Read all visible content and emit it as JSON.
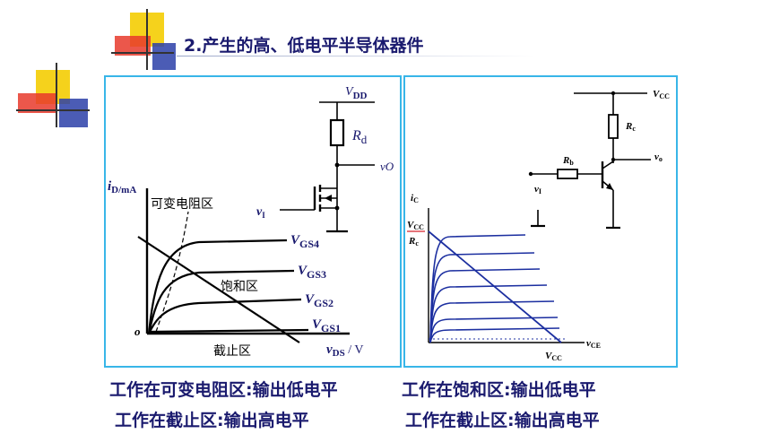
{
  "slide": {
    "title": "2.产生的高、低电平半导体器件"
  },
  "left_panel": {
    "circuit": {
      "supply_label": "V",
      "supply_sub": "DD",
      "resistor_label": "R",
      "resistor_sub": "d",
      "output_label": "vO",
      "input_label": "v",
      "input_sub": "I"
    },
    "graph": {
      "y_label": "i",
      "y_label_sub": "D/mA",
      "origin": "o",
      "x_label_pre": "v",
      "x_label_sub": "DS",
      "x_label_unit": " / V",
      "curves": [
        {
          "name": "V",
          "sub": "GS4"
        },
        {
          "name": "V",
          "sub": "GS3"
        },
        {
          "name": "V",
          "sub": "GS2"
        },
        {
          "name": "V",
          "sub": "GS1"
        }
      ],
      "regions": {
        "variable_resistance": "可变电阻区",
        "saturation": "饱和区",
        "cutoff": "截止区"
      }
    },
    "captions": [
      "工作在可变电阻区:输出低电平",
      "工作在截止区:输出高电平"
    ]
  },
  "right_panel": {
    "circuit": {
      "supply_label": "V",
      "supply_sub": "CC",
      "rc_label": "R",
      "rc_sub": "c",
      "rb_label": "R",
      "rb_sub": "b",
      "output_label": "v",
      "output_sub": "o",
      "input_label": "v",
      "input_sub": "I"
    },
    "graph": {
      "y_label": "i",
      "y_label_sub": "C",
      "vcc_over_rc_num": "V",
      "vcc_over_rc_num_sub": "CC",
      "vcc_over_rc_den": "R",
      "vcc_over_rc_den_sub": "c",
      "x_label": "v",
      "x_label_sub": "CE",
      "x_end_label": "V",
      "x_end_sub": "CC"
    },
    "captions": [
      "工作在饱和区:输出低电平",
      "工作在截止区:输出高电平"
    ]
  },
  "colors": {
    "title": "#1a1a6e",
    "panel_border": "#38b6e8",
    "deco_yellow": "#f5d21c",
    "deco_red": "#e83a2b",
    "deco_blue": "#2c3fa8",
    "curve_blue": "#1c2fa0"
  }
}
